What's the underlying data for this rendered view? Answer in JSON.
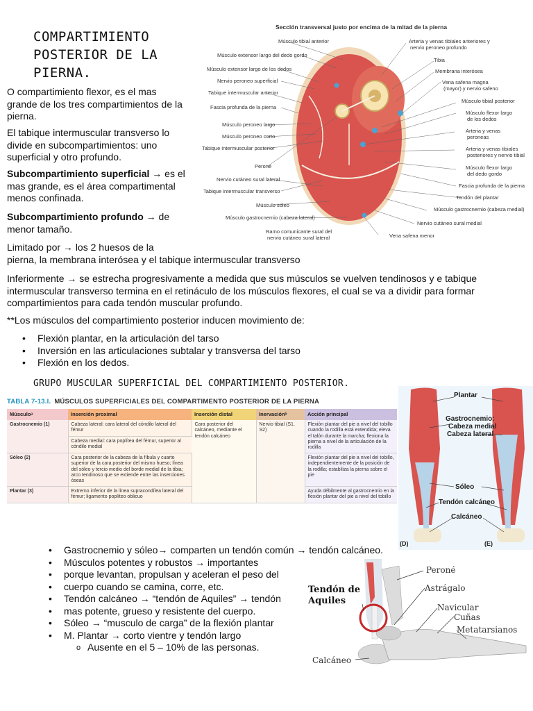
{
  "header": {
    "title_lines": [
      "COMPARTIMIENTO",
      "POSTERIOR DE LA",
      "PIERNA."
    ]
  },
  "intro": {
    "p1": "O compartimiento flexor, es el mas grande de los tres compartimientos de la pierna.",
    "p2": "El tabique intermuscular transverso lo divide en subcompartimientos: uno superficial y otro profundo.",
    "p3_bold": "Subcompartimiento superficial",
    "p3_rest": " → es el mas grande, es el área compartimental menos confinada.",
    "p4_bold": "Subcompartimiento profundo",
    "p4_rest": " → de menor tamaño.",
    "p5a": "Limitado por → los 2 huesos de la",
    "p5b": "pierna, la membrana interósea y el tabique intermuscular transverso",
    "p6": "Inferiormente → se estrecha progresivamente a medida que sus músculos se vuelven tendinosos y e tabique intermuscular transverso termina en el retináculo de los músculos flexores, el cual se va a dividir para formar compartimientos para cada tendón muscular profundo.",
    "p7": "**Los músculos del compartimiento posterior inducen movimiento de:",
    "bullets": [
      "Flexión plantar, en la articulación del tarso",
      "Inversión en las articulaciones subtalar y transversa del tarso",
      "Flexión en los dedos."
    ]
  },
  "cross_section": {
    "title": "Sección transversal justo por encima de la mitad de la pierna",
    "labels_left": [
      "Músculo tibial anterior",
      "Músculo extensor largo del dedo gordo",
      "Músculo extensor largo de los dedos",
      "Nervio peroneo superficial",
      "Tabique intermuscular anterior",
      "Fascia profunda de la pierna",
      "Músculo peroneo largo",
      "Músculo peroneo corto",
      "Tabique intermuscular posterior",
      "Peroné",
      "Nervio cutáneo sural lateral",
      "Tabique intermuscular transverso",
      "Músculo sóleo",
      "Músculo gastrocnemio (cabeza lateral)",
      "Ramo comunicante sural del",
      "nervio cutáneo sural lateral"
    ],
    "labels_right": [
      "Arteria y venas tibiales anteriores y",
      "nervio peroneo profundo",
      "Tibia",
      "Membrana interósea",
      "Vena safena magna",
      "(mayor) y nervio safeno",
      "Músculo tibial posterior",
      "Músculo flexor largo",
      "de los dedos",
      "Arteria y venas",
      "peroneas",
      "Arteria y venas tibiales",
      "posteriores y nervio tibial",
      "Músculo flexor largo",
      "del dedo gordo",
      "Fascia profunda de la pierna",
      "Tendón del plantar",
      "Músculo gastrocnemio (cabeza medial)",
      "Nervio cutáneo sural medial",
      "Vena safena menor"
    ]
  },
  "superficial_group": {
    "heading": "GRUPO MUSCULAR SUPERFICIAL DEL COMPARTIMIENTO POSTERIOR.",
    "table": {
      "caption_num": "TABLA 7-13.I.",
      "caption_text": "MÚSCULOS SUPERFICIALES DEL COMPARTIMENTO POSTERIOR DE LA PIERNA",
      "headers": [
        "Músculoᵃ",
        "Inserción proximal",
        "Inserción distal",
        "Inervaciónᵇ",
        "Acción principal"
      ],
      "gastro_name": "Gastrocnemio (1)",
      "gastro_prox_a": "Cabeza lateral: cara lateral del cóndilo lateral del fémur",
      "gastro_prox_b": "Cabeza medial: cara poplítea del fémur, superior al cóndilo medial",
      "distal_shared": "Cara posterior del calcáneo, mediante el tendón calcáneo",
      "nerve_shared": "Nervio tibial (S1, S2)",
      "gastro_action": "Flexión plantar del pie a nivel del tobillo cuando la rodilla está extendida; eleva el talón durante la marcha; flexiona la pierna a nivel de la articulación de la rodilla",
      "soleo_name": "Sóleo (2)",
      "soleo_prox": "Cara posterior de la cabeza de la fíbula y cuarto superior de la cara posterior del mismo hueso; línea del sóleo y tercio medio del borde medial de la tibia; arco tendinoso que se extiende entre las inserciones óseas",
      "soleo_action": "Flexión plantar del pie a nivel del tobillo, independientemente de la posición de la rodilla; estabiliza la pierna sobre el pie",
      "plantar_name": "Plantar (3)",
      "plantar_prox": "Extremo inferior de la línea supracondílea lateral del fémur; ligamento poplíteo oblicuo",
      "plantar_action": "Ayuda débilmente al gastrocnemio en la flexión plantar del pie a nivel del tobillo"
    },
    "leg_figure": {
      "labels": [
        "Plantar",
        "Gastrocnemio:",
        "Cabeza medial",
        "Cabeza lateral",
        "Sóleo",
        "Tendón calcáneo",
        "Calcáneo"
      ],
      "panel_d": "(D)",
      "panel_e": "(E)"
    }
  },
  "summary_bullets": [
    "Gastrocnemio y sóleo→ comparten un tendón común → tendón calcáneo.",
    "Músculos potentes y robustos →  importantes",
    "porque levantan, propulsan y aceleran el peso del",
    "cuerpo cuando se camina, corre, etc.",
    "Tendón calcáneo →  “tendón de Aquiles” → tendón",
    "mas potente, grueso y resistente del cuerpo.",
    "Sóleo → “musculo de carga” de la flexión plantar",
    "M. Plantar → corto vientre y tendón largo",
    "Ausente en el 5 – 10% de las personas."
  ],
  "foot_figure": {
    "tendon_label_1": "Tendón de",
    "tendon_label_2": "Aquiles",
    "labels": [
      "Peroné",
      "Astrágalo",
      "Navicular",
      "Cuñas",
      "Metatarsianos",
      "Calcáneo"
    ]
  },
  "colors": {
    "muscle": "#d9534f",
    "table_accent": "#1c8fc0"
  }
}
